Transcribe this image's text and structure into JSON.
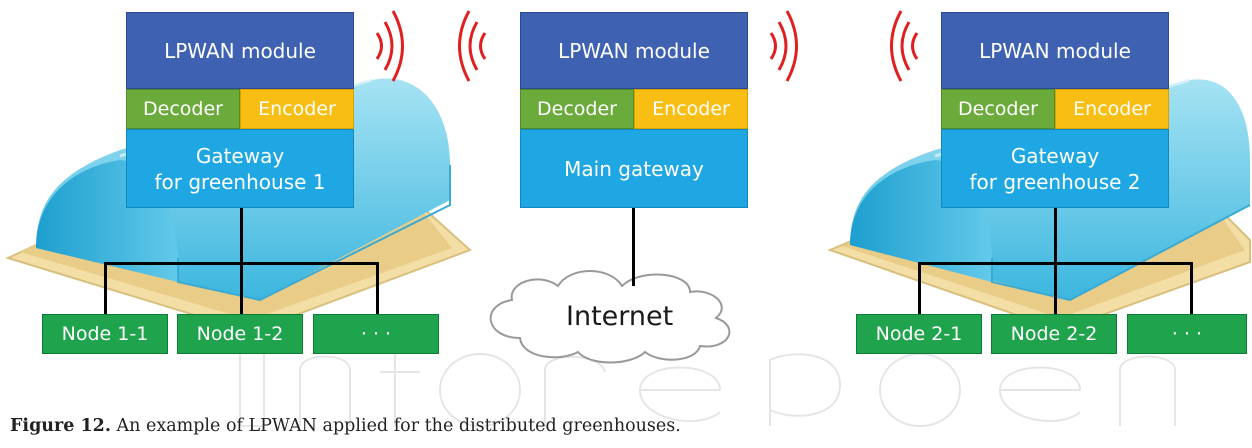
{
  "colors": {
    "lpwan": "#3e61b2",
    "decoder": "#6aab3c",
    "encoder": "#f8be14",
    "gateway": "#1ea7e2",
    "node": "#1fa34d",
    "radio_waves": "#e02020",
    "greenhouse": "#5ec6e6"
  },
  "gateways": [
    {
      "lpwan_label": "LPWAN module",
      "decoder_label": "Decoder",
      "encoder_label": "Encoder",
      "gateway_label_line1": "Gateway",
      "gateway_label_line2": "for greenhouse 1",
      "nodes": [
        "Node 1-1",
        "Node 1-2",
        "· · ·"
      ]
    },
    {
      "lpwan_label": "LPWAN module",
      "decoder_label": "Decoder",
      "encoder_label": "Encoder",
      "gateway_label_line1": "Main gateway",
      "gateway_label_line2": ""
    },
    {
      "lpwan_label": "LPWAN module",
      "decoder_label": "Decoder",
      "encoder_label": "Encoder",
      "gateway_label_line1": "Gateway",
      "gateway_label_line2": "for greenhouse 2",
      "nodes": [
        "Node 2-1",
        "Node 2-2",
        "· · ·"
      ]
    }
  ],
  "internet_label": "Internet",
  "caption": {
    "label": "Figure 12.",
    "text": " An example of LPWAN applied for the distributed greenhouses."
  }
}
